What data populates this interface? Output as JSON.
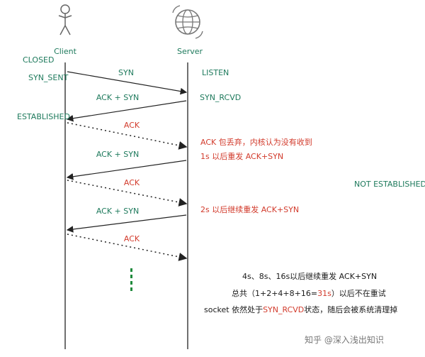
{
  "actors": {
    "client": {
      "label": "Client",
      "icon": "stick-figure-icon"
    },
    "server": {
      "label": "Server",
      "icon": "globe-network-icon"
    }
  },
  "states": {
    "closed": "CLOSED",
    "syn_sent": "SYN_SENT",
    "established": "ESTABLISHED",
    "listen": "LISTEN",
    "syn_rcvd": "SYN_RCVD",
    "not_established": "NOT ESTABLISHED"
  },
  "messages": [
    {
      "label": "SYN",
      "direction": "client-to-server",
      "style": "solid",
      "color": "green"
    },
    {
      "label": "ACK + SYN",
      "direction": "server-to-client",
      "style": "solid",
      "color": "green"
    },
    {
      "label": "ACK",
      "direction": "client-to-server",
      "style": "dotted",
      "color": "red"
    },
    {
      "label": "ACK + SYN",
      "direction": "server-to-client",
      "style": "solid",
      "color": "green"
    },
    {
      "label": "ACK",
      "direction": "client-to-server",
      "style": "dotted",
      "color": "red"
    },
    {
      "label": "ACK + SYN",
      "direction": "server-to-client",
      "style": "solid",
      "color": "green"
    },
    {
      "label": "ACK",
      "direction": "client-to-server",
      "style": "dotted",
      "color": "red"
    }
  ],
  "annotations": {
    "ack_lost": "ACK 包丢弃，内核认为没有收到",
    "resend_1s": "1s 以后重发 ACK+SYN",
    "resend_2s": "2s 以后继续重发 ACK+SYN",
    "summary_line1": "4s、8s、16s以后继续重发 ACK+SYN",
    "summary_line2_a": "总共（1+2+4+8+16=",
    "summary_line2_b": "31s",
    "summary_line2_c": "）以后不在重试",
    "summary_line3_a": "socket 依然处于",
    "summary_line3_b": "SYN_RCVD",
    "summary_line3_c": "状态，随后会被系统清理掉"
  },
  "watermark": "知乎 @深入浅出知识",
  "colors": {
    "green": "#1e7a5c",
    "red": "#d23b2c",
    "line": "#222222",
    "ellipsis": "#1f8a3c"
  }
}
